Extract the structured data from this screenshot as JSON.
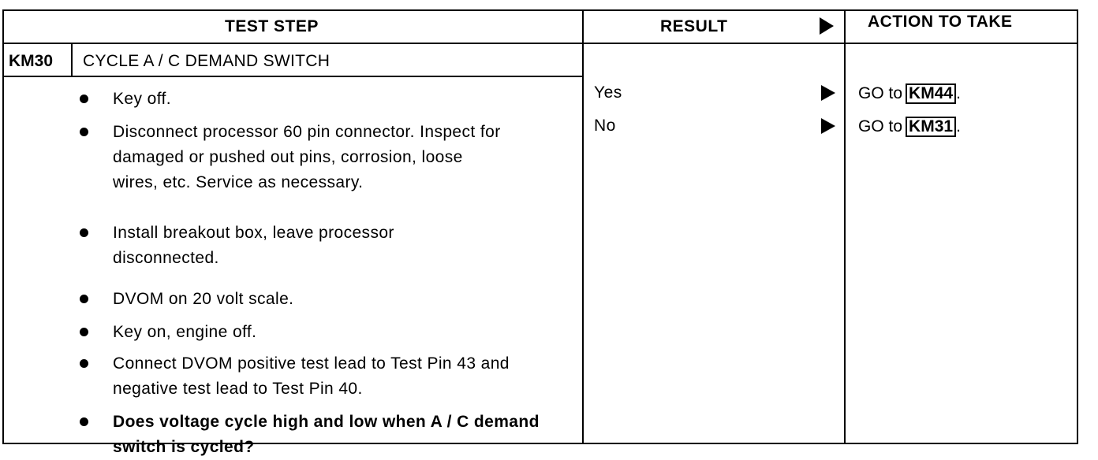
{
  "header": {
    "test_step": "TEST STEP",
    "result": "RESULT",
    "action": "ACTION TO TAKE"
  },
  "step": {
    "id": "KM30",
    "title": "CYCLE A / C DEMAND SWITCH",
    "bullets": [
      {
        "text": "Key off.",
        "bold": false
      },
      {
        "text": "Disconnect processor 60 pin connector. Inspect for damaged or pushed out pins, corrosion, loose wires, etc. Service as necessary.",
        "bold": false
      },
      {
        "text": "Install breakout box, leave processor disconnected.",
        "bold": false
      },
      {
        "text": "DVOM on 20 volt scale.",
        "bold": false
      },
      {
        "text": "Key on, engine off.",
        "bold": false
      },
      {
        "text": "Connect DVOM positive test lead to Test Pin 43 and negative test lead to Test Pin 40.",
        "bold": false
      },
      {
        "text": "Does voltage cycle high and low when A / C demand switch is cycled?",
        "bold": true
      }
    ]
  },
  "results": [
    {
      "result": "Yes",
      "action_prefix": "GO to",
      "action_ref": "KM44",
      "action_suffix": "."
    },
    {
      "result": "No",
      "action_prefix": "GO to",
      "action_ref": "KM31",
      "action_suffix": "."
    }
  ]
}
